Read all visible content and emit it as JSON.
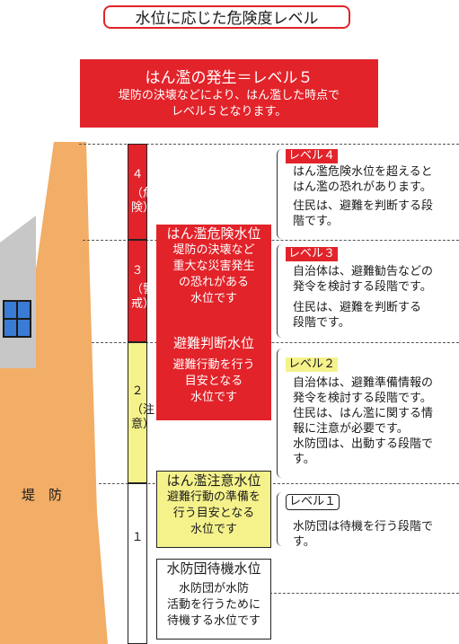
{
  "title": "水位に応じた危険度レベル",
  "flood": {
    "heading": "はん濫の発生＝レベル５",
    "line1": "堤防の決壊などにより、はん濫した時点で",
    "line2": "レベル５となります。"
  },
  "dike_label": "堤　防",
  "columns": [
    {
      "num": "４",
      "label": "（危険）",
      "color": "#e2232a"
    },
    {
      "num": "３",
      "label": "（警戒）",
      "color": "#e2232a"
    },
    {
      "num": "２",
      "label": "（注意）",
      "color": "#f5f28c"
    },
    {
      "num": "１",
      "label": "",
      "color": "#ffffff"
    }
  ],
  "water_levels": [
    {
      "title": "はん濫危険水位",
      "lines": [
        "堤防の決壊など",
        "重大な災害発生",
        "の恐れがある",
        "水位です"
      ],
      "bg": "#e2232a"
    },
    {
      "title": "避難判断水位",
      "lines": [
        "避難行動を行う",
        "目安となる",
        "水位です"
      ],
      "bg": "#e2232a"
    },
    {
      "title": "はん濫注意水位",
      "lines": [
        "避難行動の準備を",
        "行う目安となる",
        "水位です"
      ],
      "bg": "#f5f28c"
    },
    {
      "title": "水防団待機水位",
      "lines": [
        "水防団が水防",
        "活動を行うために",
        "待機する水位です"
      ],
      "bg": "#ffffff"
    }
  ],
  "levels": [
    {
      "tag": "レベル４",
      "lines": [
        "はん濫危険水位を超えると",
        "はん濫の恐れがあります。",
        "住民は、避難を判断する段",
        "階です。"
      ]
    },
    {
      "tag": "レベル３",
      "lines": [
        "自治体は、避難勧告などの",
        "発令を検討する段階です。",
        "住民は、避難を判断する",
        "段階です。"
      ]
    },
    {
      "tag": "レベル２",
      "lines": [
        "自治体は、避難準備情報の",
        "発令を検討する段階です。",
        "住民は、はん濫に関する情",
        "報に注意が必要です。",
        "水防団は、出動する段階で",
        "す。"
      ]
    },
    {
      "tag": "レベル１",
      "lines": [
        "水防団は待機を行う段階で",
        "す。"
      ]
    }
  ]
}
